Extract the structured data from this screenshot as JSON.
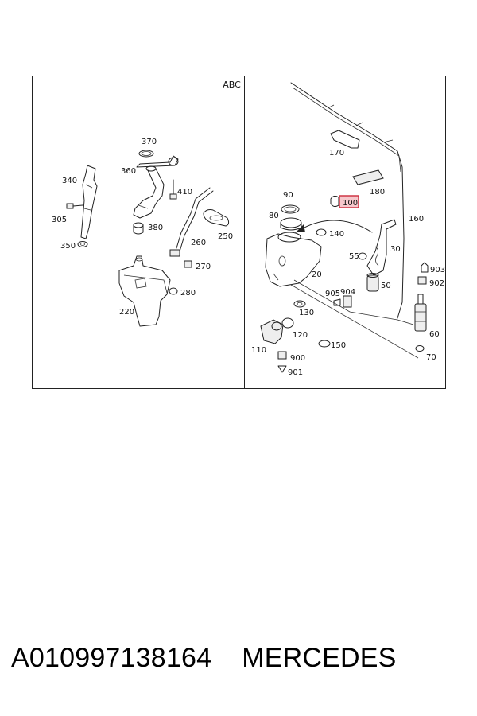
{
  "diagram": {
    "section_tag": "ABC",
    "highlight_color": "#cc2a3b",
    "callouts": [
      {
        "id": "370",
        "label": "370"
      },
      {
        "id": "360",
        "label": "360"
      },
      {
        "id": "340",
        "label": "340"
      },
      {
        "id": "305",
        "label": "305"
      },
      {
        "id": "350",
        "label": "350"
      },
      {
        "id": "410",
        "label": "410"
      },
      {
        "id": "380",
        "label": "380"
      },
      {
        "id": "260",
        "label": "260"
      },
      {
        "id": "250",
        "label": "250"
      },
      {
        "id": "270",
        "label": "270"
      },
      {
        "id": "280",
        "label": "280"
      },
      {
        "id": "220",
        "label": "220"
      },
      {
        "id": "170",
        "label": "170"
      },
      {
        "id": "180",
        "label": "180"
      },
      {
        "id": "160",
        "label": "160"
      },
      {
        "id": "90",
        "label": "90"
      },
      {
        "id": "100",
        "label": "100"
      },
      {
        "id": "80",
        "label": "80"
      },
      {
        "id": "140",
        "label": "140"
      },
      {
        "id": "55",
        "label": "55"
      },
      {
        "id": "30",
        "label": "30"
      },
      {
        "id": "50",
        "label": "50"
      },
      {
        "id": "20",
        "label": "20"
      },
      {
        "id": "903",
        "label": "903"
      },
      {
        "id": "902",
        "label": "902"
      },
      {
        "id": "905",
        "label": "905"
      },
      {
        "id": "904",
        "label": "904"
      },
      {
        "id": "130",
        "label": "130"
      },
      {
        "id": "120",
        "label": "120"
      },
      {
        "id": "110",
        "label": "110"
      },
      {
        "id": "900",
        "label": "900"
      },
      {
        "id": "901",
        "label": "901"
      },
      {
        "id": "150",
        "label": "150"
      },
      {
        "id": "60",
        "label": "60"
      },
      {
        "id": "70",
        "label": "70"
      }
    ]
  },
  "caption": {
    "part_number": "A010997138164",
    "brand": "MERCEDES"
  }
}
